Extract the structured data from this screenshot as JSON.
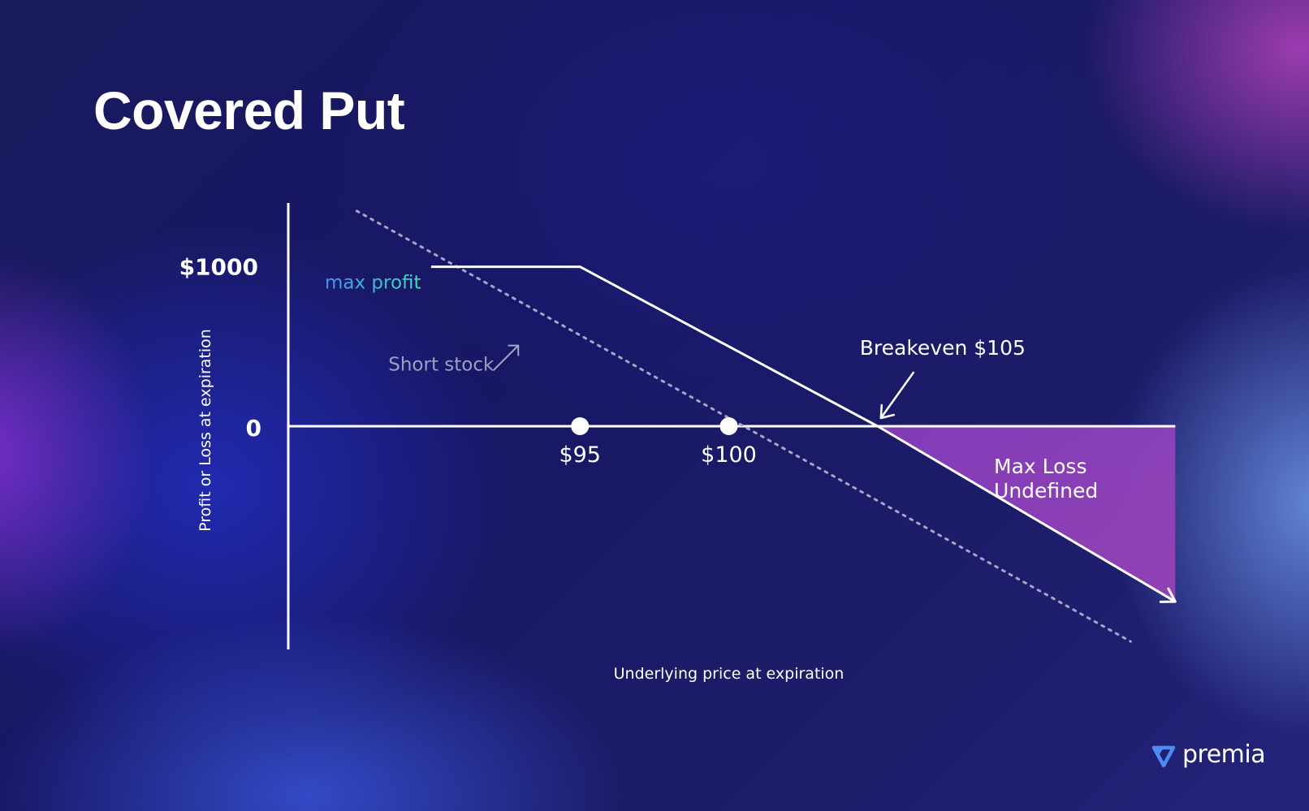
{
  "chart_data": {
    "type": "line",
    "title": "Covered Put",
    "xlabel": "Underlying price at expiration",
    "ylabel": "Profit or Loss at expiration",
    "y_ticks": [
      "$1000",
      "0"
    ],
    "x_ticks": [
      {
        "value": 95,
        "label": "$95"
      },
      {
        "value": 100,
        "label": "$100"
      }
    ],
    "xlim": [
      85.2,
      114.8
    ],
    "ylim": [
      -1400,
      1400
    ],
    "series": [
      {
        "role": "covered-put-payoff",
        "points": [
          [
            90,
            1000
          ],
          [
            95,
            1000
          ],
          [
            105,
            0
          ],
          [
            115,
            -1100
          ]
        ]
      },
      {
        "role": "short-stock",
        "style": "dotted",
        "points": [
          [
            87.5,
            1350
          ],
          [
            113.5,
            -1350
          ]
        ]
      }
    ],
    "annotations": {
      "max_profit": "max profit",
      "short_stock": "Short stock",
      "breakeven": "Breakeven $105",
      "max_loss_line1": "Max Loss",
      "max_loss_line2": "Undefined"
    },
    "breakeven_value": 105,
    "max_profit_value": 1000,
    "colors": {
      "payoff": "#ffffff",
      "short_stock": "#a4a6c8",
      "max_profit_start": "#4d8bf0",
      "max_profit_end": "#38e0b8",
      "loss_fill": "#8a3fc8"
    }
  },
  "brand": {
    "name": "premia",
    "logo_icon": "premia-gem-logo"
  }
}
